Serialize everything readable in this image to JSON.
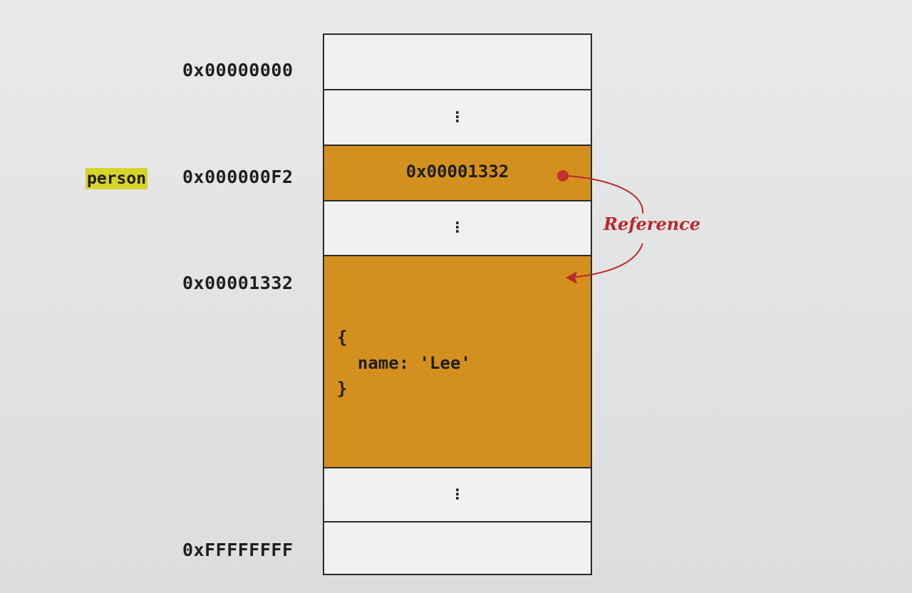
{
  "variable": {
    "name": "person"
  },
  "addresses": {
    "start": "0x00000000",
    "person": "0x000000F2",
    "object": "0x00001332",
    "end": "0xFFFFFFFF"
  },
  "memory": {
    "ellipsis": "⋮",
    "person_value": "0x00001332",
    "object_literal": "{\n  name: 'Lee'\n}"
  },
  "reference": {
    "label": "Reference"
  },
  "colors": {
    "filled_cell": "#d4901e",
    "variable_highlight": "#d5d52a",
    "reference": "#b82a2a",
    "border": "#2a2a2a"
  }
}
